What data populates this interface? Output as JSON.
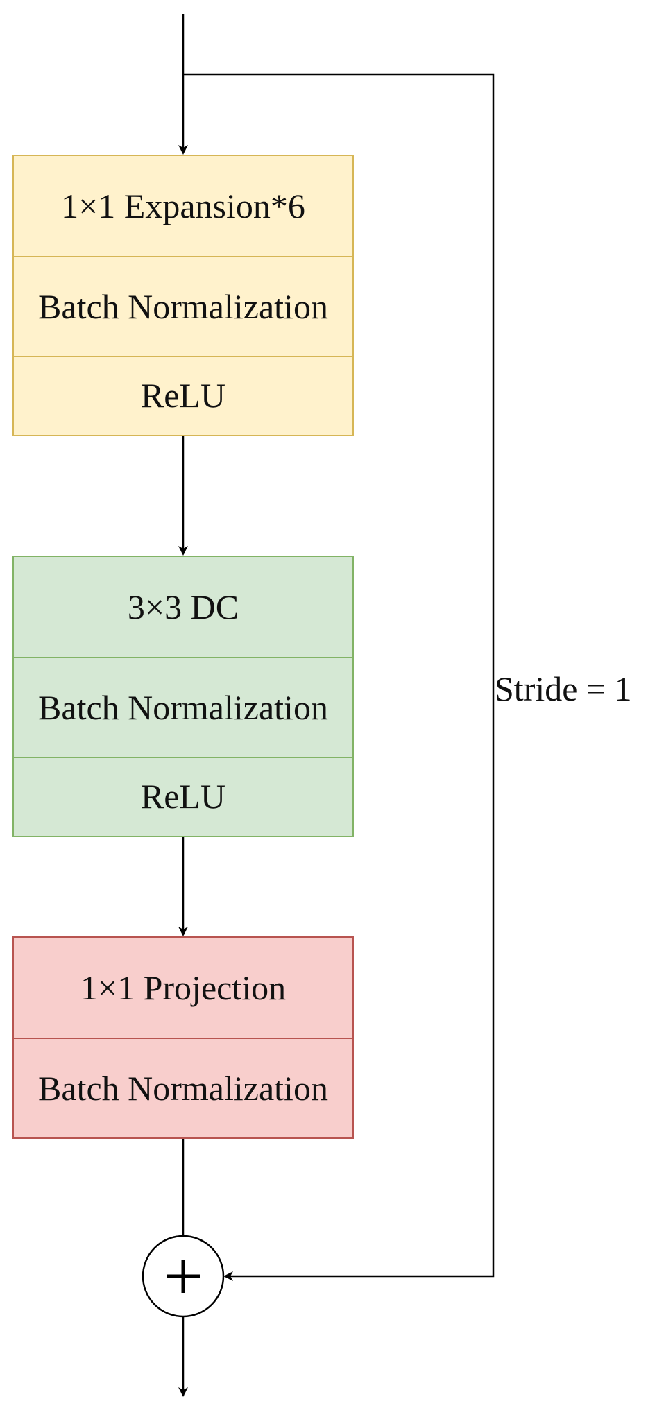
{
  "blocks": {
    "expansion": {
      "rows": [
        "1×1 Expansion*6",
        "Batch Normalization",
        "ReLU"
      ],
      "fill": "#fff2cc",
      "border": "#d6b656"
    },
    "depthwise": {
      "rows": [
        "3×3 DC",
        "Batch Normalization",
        "ReLU"
      ],
      "fill": "#d5e8d4",
      "border": "#82b366"
    },
    "projection": {
      "rows": [
        "1×1 Projection",
        "Batch Normalization"
      ],
      "fill": "#f8cecc",
      "border": "#b85450"
    }
  },
  "skip_connection": {
    "label": "Stride = 1"
  },
  "add_node": {
    "symbol": "+"
  }
}
